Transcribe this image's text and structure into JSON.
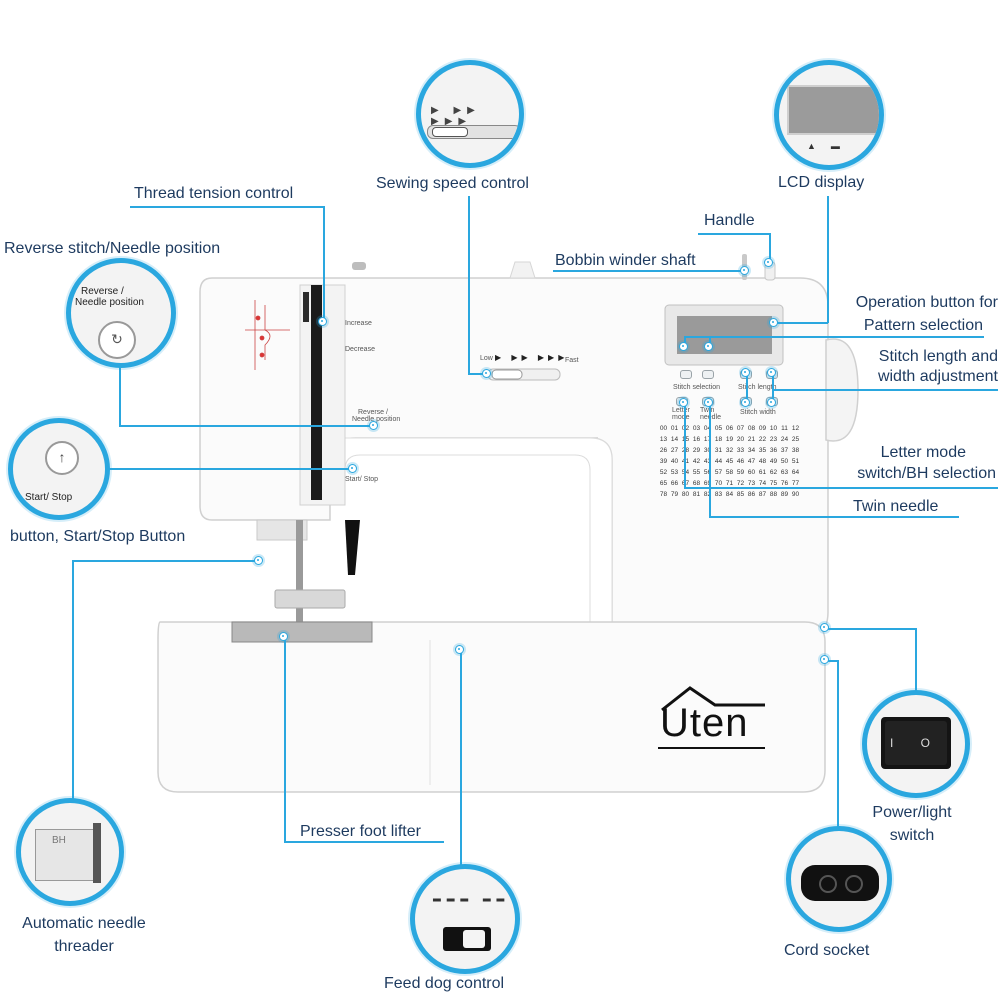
{
  "labels": {
    "thread_tension": "Thread  tension  control",
    "sewing_speed": "Sewing  speed  control",
    "lcd": "LCD  display",
    "handle": "Handle",
    "bobbin": "Bobbin  winder  shaft",
    "operation_line1": "Operation  button  for",
    "operation_line2": "Pattern  selection",
    "stitch_line1": "Stitch  length  and",
    "stitch_line2": "width  adjustment",
    "letter_line1": "Letter  mode",
    "letter_line2": "switch/BH  selection",
    "twin": "Twin  needle",
    "reverse": "Reverse  stitch/Needle  position",
    "startstop": "button,  Start/Stop  Button",
    "presser": "Presser  foot  lifter",
    "power_line1": "Power/light",
    "power_line2": "switch",
    "threader_line1": "Automatic  needle",
    "threader_line2": "threader",
    "feeddog": "Feed  dog  control",
    "cord": "Cord  socket"
  },
  "zoom_text": {
    "reverse_line1": "Reverse /",
    "reverse_line2": "Needle position",
    "start_stop": "Start/ Stop",
    "threader_mark": "BH"
  },
  "machine_text": {
    "brand": "Uten",
    "increase": "Increase",
    "decrease": "Decrease",
    "low": "Low",
    "fast": "Fast",
    "reverse_line1": "Reverse /",
    "reverse_line2": "Needle position",
    "start_stop": "Start/ Stop",
    "stitch_selection": "Stitch selection",
    "stitch_length": "Stitch length",
    "letter_mode": "Letter mode",
    "twin_needle": "Twin needle",
    "stitch_width": "Stitch width",
    "stitch_numbers": [
      "00",
      "01",
      "02",
      "03",
      "04",
      "05",
      "06",
      "07",
      "08",
      "09",
      "10",
      "11",
      "12",
      "13",
      "14",
      "15",
      "16",
      "17",
      "18",
      "19",
      "20",
      "21",
      "22",
      "23",
      "24",
      "25",
      "26",
      "27",
      "28",
      "29",
      "30",
      "31",
      "32",
      "33",
      "34",
      "35",
      "36",
      "37",
      "38",
      "39",
      "40",
      "41",
      "42",
      "43",
      "44",
      "45",
      "46",
      "47",
      "48",
      "49",
      "50",
      "51",
      "52",
      "53",
      "54",
      "55",
      "56",
      "57",
      "58",
      "59",
      "60",
      "61",
      "62",
      "63",
      "64",
      "65",
      "66",
      "67",
      "68",
      "69",
      "70",
      "71",
      "72",
      "73",
      "74",
      "75",
      "76",
      "77",
      "78",
      "79",
      "80",
      "81",
      "82",
      "83",
      "84",
      "85",
      "86",
      "87",
      "88",
      "89",
      "90"
    ]
  },
  "colors": {
    "accent": "#2aa7df",
    "label_text": "#1d3a5f"
  },
  "icons": [
    "reverse-stitch-icon",
    "start-stop-icon",
    "speed-slider-icon",
    "power-switch-icon",
    "cord-socket-icon",
    "needle-threader-icon"
  ]
}
